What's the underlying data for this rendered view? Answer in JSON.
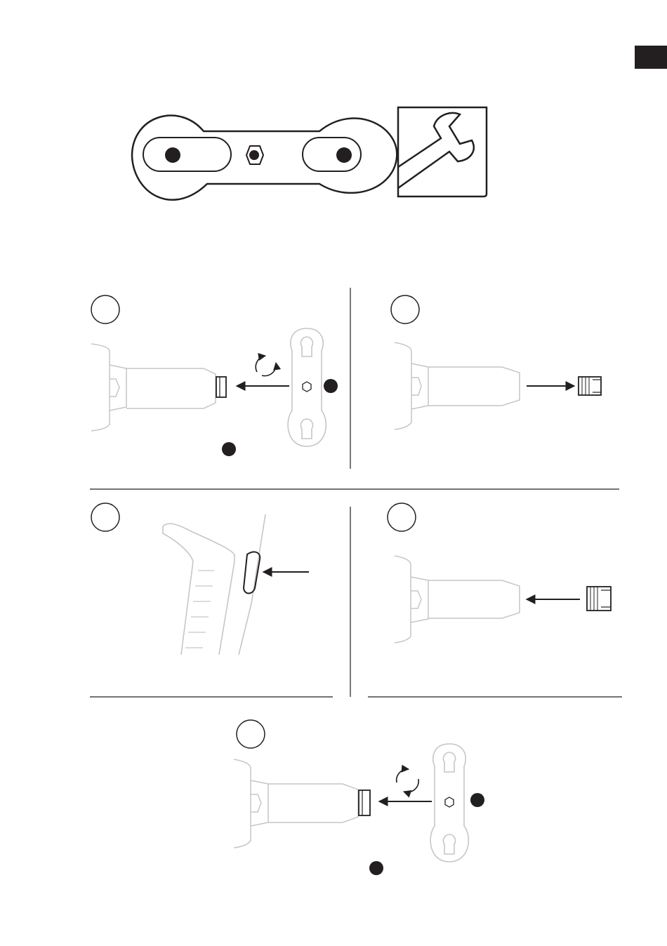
{
  "page": {
    "language_tab": {
      "color": "#231f20"
    },
    "colors": {
      "ink": "#231f20",
      "grey_drawing": "#c6c6c6",
      "background": "#ffffff"
    }
  },
  "illustrations": {
    "tool": {
      "icon": "multi-tool-icon"
    },
    "wrench_symbol": {
      "icon": "wrench-icon"
    },
    "steps": [
      {
        "name": "step-1",
        "icon": "unscrew-cap-icon"
      },
      {
        "name": "step-2",
        "icon": "remove-cap-icon"
      },
      {
        "name": "step-3",
        "icon": "press-button-icon"
      },
      {
        "name": "step-4",
        "icon": "insert-cap-icon"
      },
      {
        "name": "step-5",
        "icon": "tighten-cap-icon"
      }
    ]
  }
}
